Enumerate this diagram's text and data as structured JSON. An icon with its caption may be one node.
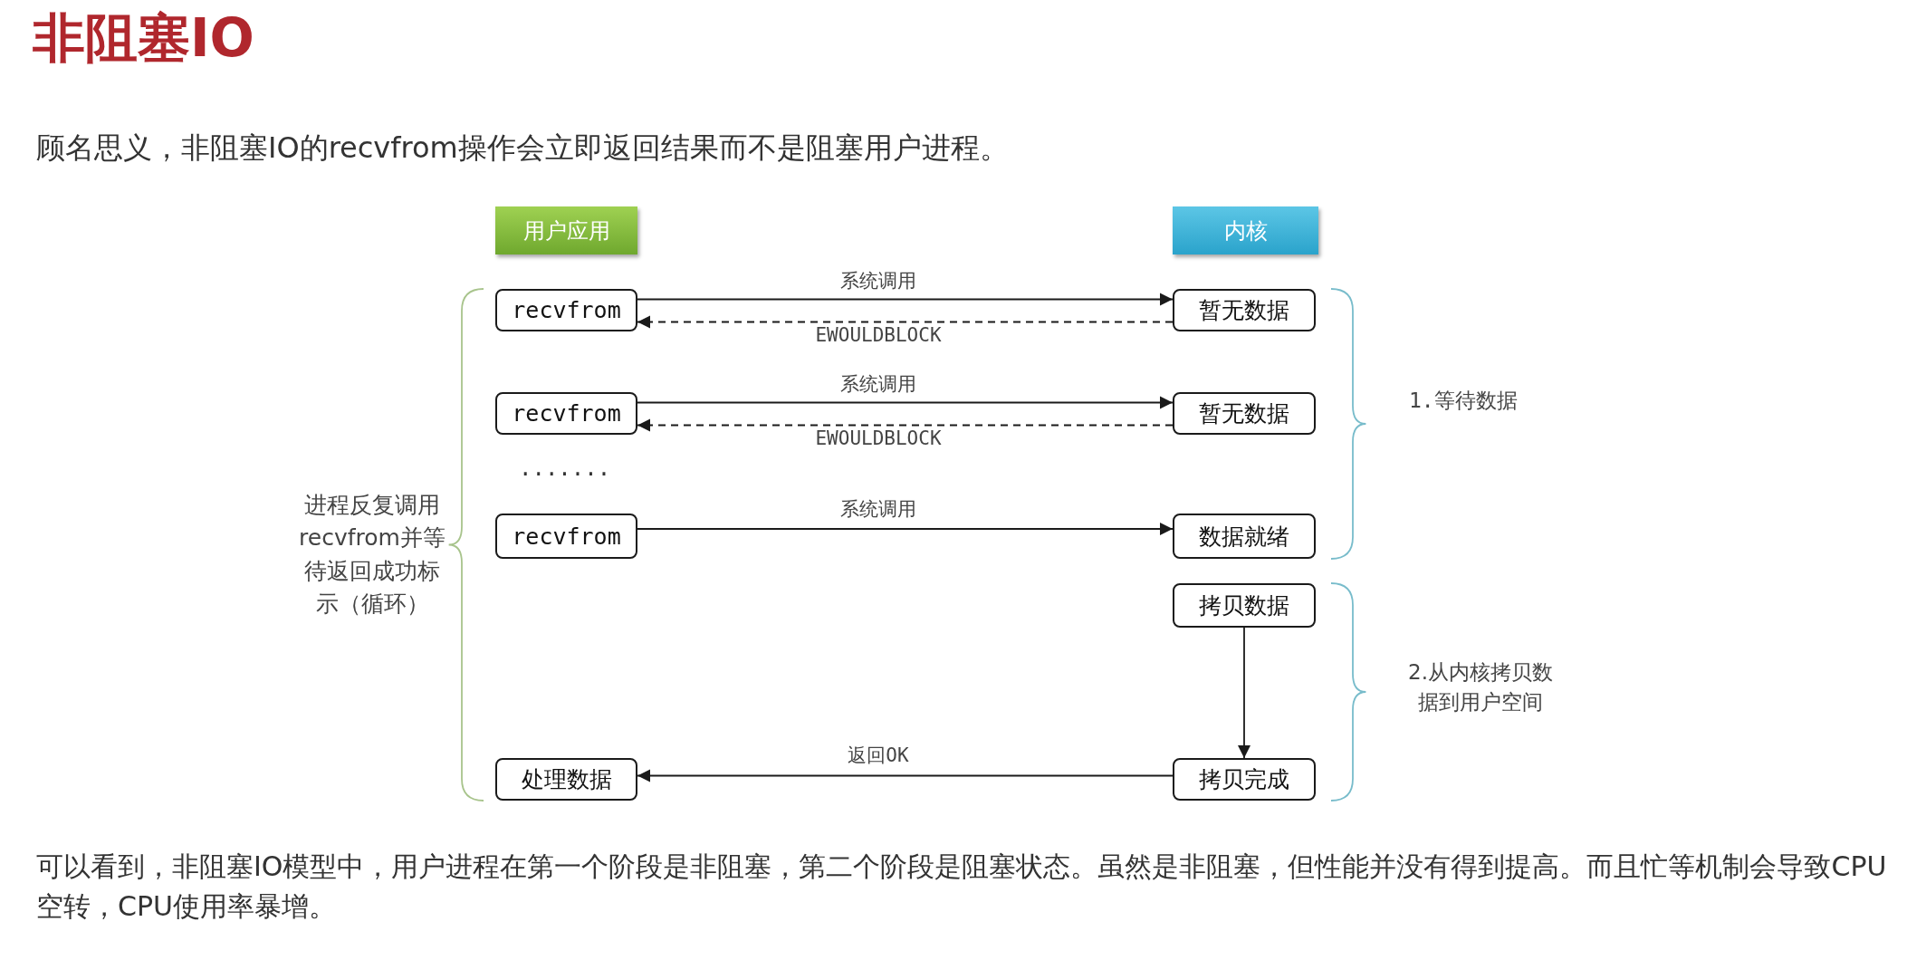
{
  "diagram": {
    "title": "非阻塞IO",
    "nodes": [
      {
        "text": [
          "用户应用"
        ]
      },
      {
        "text": [
          "内核"
        ]
      },
      {
        "text": [
          "recvfrom"
        ]
      },
      {
        "text": [
          "暂无数据"
        ]
      },
      {
        "text": [
          "recvfrom"
        ]
      },
      {
        "text": [
          "暂无数据"
        ]
      },
      {
        "text": [
          "recvfrom"
        ]
      },
      {
        "text": [
          "数据就绪"
        ]
      },
      {
        "text": [
          "拷贝数据"
        ]
      },
      {
        "text": [
          "处理数据"
        ]
      },
      {
        "text": [
          "拷贝完成"
        ]
      }
    ],
    "edges": [
      {
        "from": 2,
        "to": 3,
        "arrow": "to",
        "label": "系统调用"
      },
      {
        "from": 3,
        "to": 2,
        "arrow": "to",
        "label": "EWOULDBLOCK",
        "style": "dashed"
      },
      {
        "from": 4,
        "to": 5,
        "arrow": "to",
        "label": "系统调用"
      },
      {
        "from": 5,
        "to": 4,
        "arrow": "to",
        "label": "EWOULDBLOCK",
        "style": "dashed"
      },
      {
        "from": 6,
        "to": 7,
        "arrow": "to",
        "label": "系统调用"
      },
      {
        "from": 8,
        "to": 10,
        "arrow": "to"
      },
      {
        "from": 10,
        "to": 9,
        "arrow": "to",
        "label": "返回OK"
      }
    ],
    "labels": [
      "顾名思义，非阻塞IO的recvfrom操作会立即返回结果而不是阻塞用户进程。",
      "1.等待数据",
      ".......",
      "进程反复调用recvfrom并等待返回成功标示（循环）",
      "2.从内核拷贝数据到用户空间",
      "可以看到，非阻塞IO模型中，用户进程在第一个阶段是非阻塞，第二个阶段是阻塞状态。虽然是非阻塞，但性能并没有得到提高。而且忙等机制会导致CPU空转，CPU使用率暴增。"
    ]
  }
}
